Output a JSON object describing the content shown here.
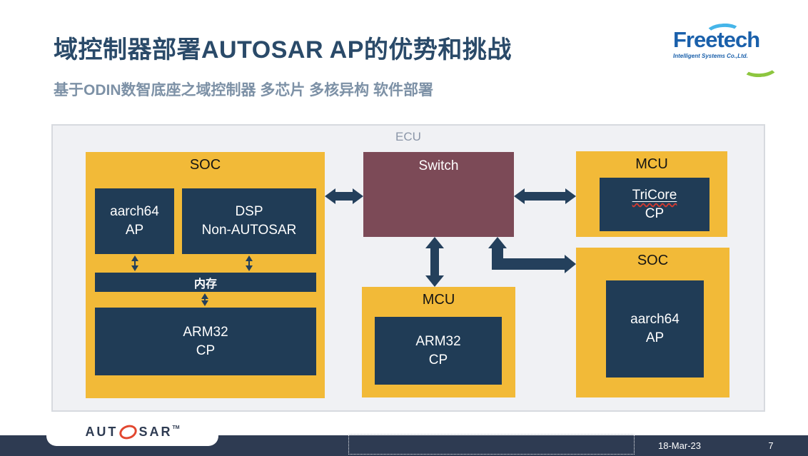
{
  "slide": {
    "title": "域控制器部署AUTOSAR AP的优势和挑战",
    "subtitle": "基于ODIN数智底座之域控制器 多芯片 多核异构 软件部署",
    "date": "18-Mar-23",
    "page_number": "7"
  },
  "brand": {
    "name": "Freetech",
    "tagline": "Intelligent Systems Co.,Ltd."
  },
  "footer_logo": {
    "part1": "AUT",
    "part2": "SAR",
    "tm": "TM"
  },
  "diagram": {
    "container_label": "ECU",
    "soc_left": {
      "title": "SOC",
      "chip_ap": {
        "line1": "aarch64",
        "line2": "AP"
      },
      "chip_dsp": {
        "line1": "DSP",
        "line2": "Non-AUTOSAR"
      },
      "memory_label": "内存",
      "chip_cp": {
        "line1": "ARM32",
        "line2": "CP"
      }
    },
    "switch": {
      "title": "Switch"
    },
    "mcu_center": {
      "title": "MCU",
      "chip": {
        "line1": "ARM32",
        "line2": "CP"
      }
    },
    "mcu_right": {
      "title": "MCU",
      "chip": {
        "line1": "TriCore",
        "line2": "CP"
      }
    },
    "soc_right": {
      "title": "SOC",
      "chip": {
        "line1": "aarch64",
        "line2": "AP"
      }
    }
  },
  "colors": {
    "accent-yellow": "#F2BA38",
    "chip-navy": "#203C56",
    "switch-maroon": "#7C4A57",
    "arrow-navy": "#24405C",
    "bar-navy": "#2E3B52",
    "title-blue": "#2A4A69",
    "subtitle-gray": "#7D91A6",
    "panel-gray": "#F0F1F4",
    "brand-blue": "#1A60AB",
    "logo-orange": "#E2472F"
  }
}
